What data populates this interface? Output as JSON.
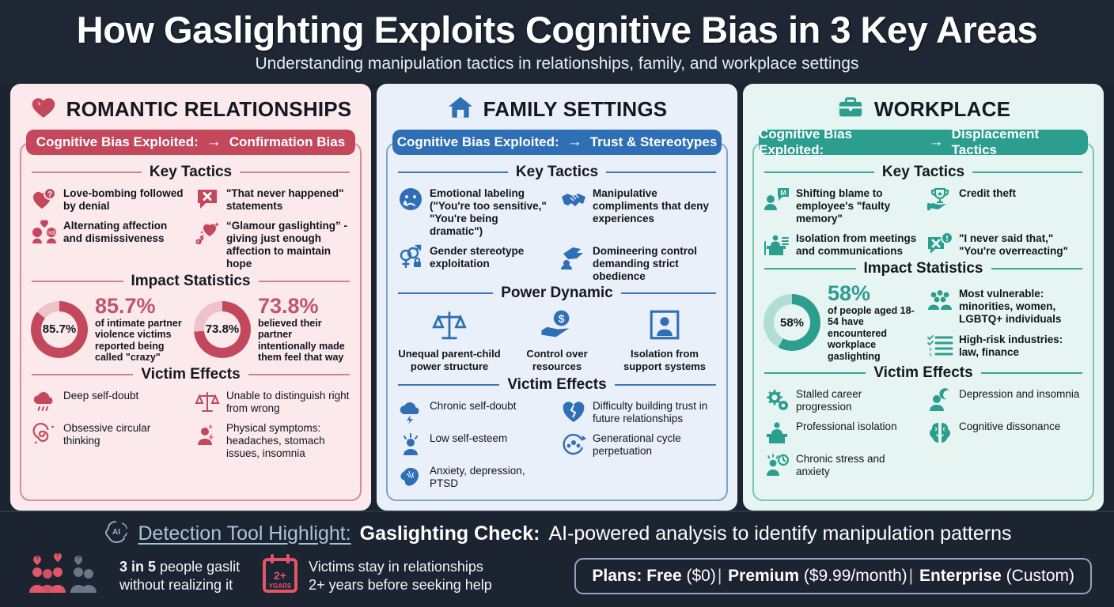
{
  "header": {
    "title": "How Gaslighting Exploits Cognitive Bias in 3 Key Areas",
    "subtitle": "Understanding manipulation tactics in relationships, family, and workplace settings"
  },
  "columns": [
    {
      "id": "romantic",
      "icon": "heart-icon",
      "title": "ROMANTIC RELATIONSHIPS",
      "accent": "#c4485c",
      "bias_label": "Cognitive Bias Exploited:",
      "bias_arrow": "→",
      "bias_value": "Confirmation Bias",
      "sections": [
        {
          "label": "Key Tactics"
        },
        {
          "label": "Impact Statistics"
        },
        {
          "label": "Victim Effects"
        }
      ],
      "tactics": [
        {
          "icon": "heart-question-icon",
          "text": "Love-bombing followed by denial"
        },
        {
          "icon": "speech-x-icon",
          "text": "\"That never happened\" statements"
        },
        {
          "icon": "two-heads-heart-icon",
          "text": "Alternating affection and dismissiveness"
        },
        {
          "icon": "broken-heart-chain-icon",
          "text": "“Glamour gaslighting” - giving just enough affection to maintain hope"
        }
      ],
      "stats": [
        {
          "value": "85.7%",
          "percent": 85.7,
          "desc": "of intimate partner violence victims reported being called \"crazy\""
        },
        {
          "value": "73.8%",
          "percent": 73.8,
          "desc": "believed their partner intentionally made them feel that way"
        }
      ],
      "effects": [
        {
          "icon": "rain-cloud-icon",
          "text": "Deep self-doubt"
        },
        {
          "icon": "scales-icon",
          "text": "Unable to distinguish right from wrong"
        },
        {
          "icon": "spiral-icon",
          "text": "Obsessive circular thinking"
        },
        {
          "icon": "headache-person-icon",
          "text": "Physical symptoms: headaches, stomach issues, insomnia"
        }
      ]
    },
    {
      "id": "family",
      "icon": "house-icon",
      "title": "FAMILY SETTINGS",
      "accent": "#2f6fb5",
      "bias_label": "Cognitive Bias Exploited:",
      "bias_arrow": "→",
      "bias_value": "Trust & Stereotypes",
      "sections": [
        {
          "label": "Key Tactics"
        },
        {
          "label": "Power Dynamic"
        },
        {
          "label": "Victim Effects"
        }
      ],
      "tactics": [
        {
          "icon": "crying-face-icon",
          "text": "Emotional labeling (\"You're too sensitive,\" \"You're being dramatic\")"
        },
        {
          "icon": "handshake-icon",
          "text": "Manipulative compliments that deny experiences"
        },
        {
          "icon": "gender-lock-icon",
          "text": "Gender stereotype exploitation"
        },
        {
          "icon": "pointing-hand-icon",
          "text": "Domineering control demanding strict obedience"
        }
      ],
      "power": [
        {
          "icon": "scales-icon",
          "text": "Unequal parent-child power structure"
        },
        {
          "icon": "money-hand-icon",
          "text": "Control over resources"
        },
        {
          "icon": "isolated-person-frame-icon",
          "text": "Isolation from support systems"
        }
      ],
      "effects": [
        {
          "icon": "storm-cloud-icon",
          "text": "Chronic self-doubt"
        },
        {
          "icon": "broken-heart-icon",
          "text": "Difficulty building trust in future relationships"
        },
        {
          "icon": "stressed-person-icon",
          "text": "Low self-esteem"
        },
        {
          "icon": "cycle-family-icon",
          "text": "Generational cycle perpetuation"
        },
        {
          "icon": "brain-icon",
          "text": "Anxiety, depression, PTSD"
        }
      ]
    },
    {
      "id": "workplace",
      "icon": "briefcase-icon",
      "title": "WORKPLACE",
      "accent": "#2c9e90",
      "bias_label": "Cognitive Bias Exploited:",
      "bias_arrow": "→",
      "bias_value": "Displacement Tactics",
      "sections": [
        {
          "label": "Key Tactics"
        },
        {
          "label": "Impact Statistics"
        },
        {
          "label": "Victim Effects"
        }
      ],
      "tactics": [
        {
          "icon": "person-memory-bubble-icon",
          "text": "Shifting blame to employee's \"faulty memory\""
        },
        {
          "icon": "trophy-hand-icon",
          "text": "Credit theft"
        },
        {
          "icon": "desk-isolation-icon",
          "text": "Isolation from meetings and communications"
        },
        {
          "icon": "speech-x-alert-icon",
          "text": "\"I never said that,\" \"You're overreacting\""
        }
      ],
      "stats": [
        {
          "value": "58%",
          "percent": 58,
          "desc": "of people aged 18-54 have encountered workplace gaslighting"
        }
      ],
      "stat_items": [
        {
          "icon": "group-people-icon",
          "text": "Most vulnerable: minorities, women, LGBTQ+ individuals"
        },
        {
          "icon": "checklist-icon",
          "text": "High-risk industries: law, finance"
        }
      ],
      "effects": [
        {
          "icon": "gears-icon",
          "text": "Stalled career progression"
        },
        {
          "icon": "moon-person-icon",
          "text": "Depression and insomnia"
        },
        {
          "icon": "desk-person-icon",
          "text": "Professional isolation"
        },
        {
          "icon": "brain-split-icon",
          "text": "Cognitive dissonance"
        },
        {
          "icon": "clock-stress-icon",
          "text": "Chronic stress and anxiety"
        }
      ]
    }
  ],
  "footer": {
    "tool_icon": "ai-brain-icon",
    "highlight_label": "Detection Tool Highlight:",
    "tool_name": "Gaslighting Check:",
    "tool_desc": "AI-powered analysis to identify manipulation patterns",
    "stats": [
      {
        "icon": "people-question-icon",
        "bold": "3 in 5",
        "rest": " people gaslit",
        "line2": "without realizing it"
      },
      {
        "icon": "calendar-2plus-icon",
        "calendar_top": "2+",
        "calendar_bottom": "YGARS",
        "line1": "Victims stay in relationships",
        "line2": "2+ years before seeking help"
      }
    ],
    "plans": {
      "label": "Plans:",
      "free_name": "Free",
      "free_price": "($0)",
      "premium_name": "Premium",
      "premium_price": "($9.99/month)",
      "enterprise_name": "Enterprise",
      "enterprise_price": "(Custom)",
      "separator": "|"
    }
  }
}
